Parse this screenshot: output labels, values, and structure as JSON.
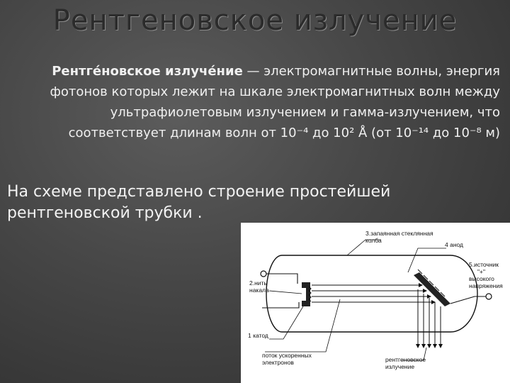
{
  "slide": {
    "title": "Рентгеновское излучение",
    "definition_term": "Рентге́новское излуче́ние",
    "definition_rest": " — электромагнитные волны, энергия фотонов которых лежит на шкале электромагнитных волн между ультрафиолетовым излучением и гамма-излучением, что соответствует длинам волн от 10⁻⁴ до 10² Å (от 10⁻¹⁴ до 10⁻⁸ м)",
    "intro": "На схеме представлено строение простейшей рентгеновской трубки ."
  },
  "diagram": {
    "label_flask_1": "3.запаянная стеклянная",
    "label_flask_2": "колба",
    "label_anode": "4 анод",
    "label_source_1": "5.источник",
    "label_source_2": "\"+\"",
    "label_source_3": "высокого",
    "label_source_4": "напряжения",
    "label_filament_1": "2.нить",
    "label_filament_2": "накала",
    "label_cathode": "1 катод",
    "label_electrons_1": "поток ускоренных",
    "label_electrons_2": "электронов",
    "label_xray_1": "рентгеновское",
    "label_xray_2": "излучение"
  },
  "colors": {
    "background": "#464646",
    "title": "#2b2b2b",
    "text": "#f0f0f0",
    "diagram_bg": "#ffffff"
  }
}
